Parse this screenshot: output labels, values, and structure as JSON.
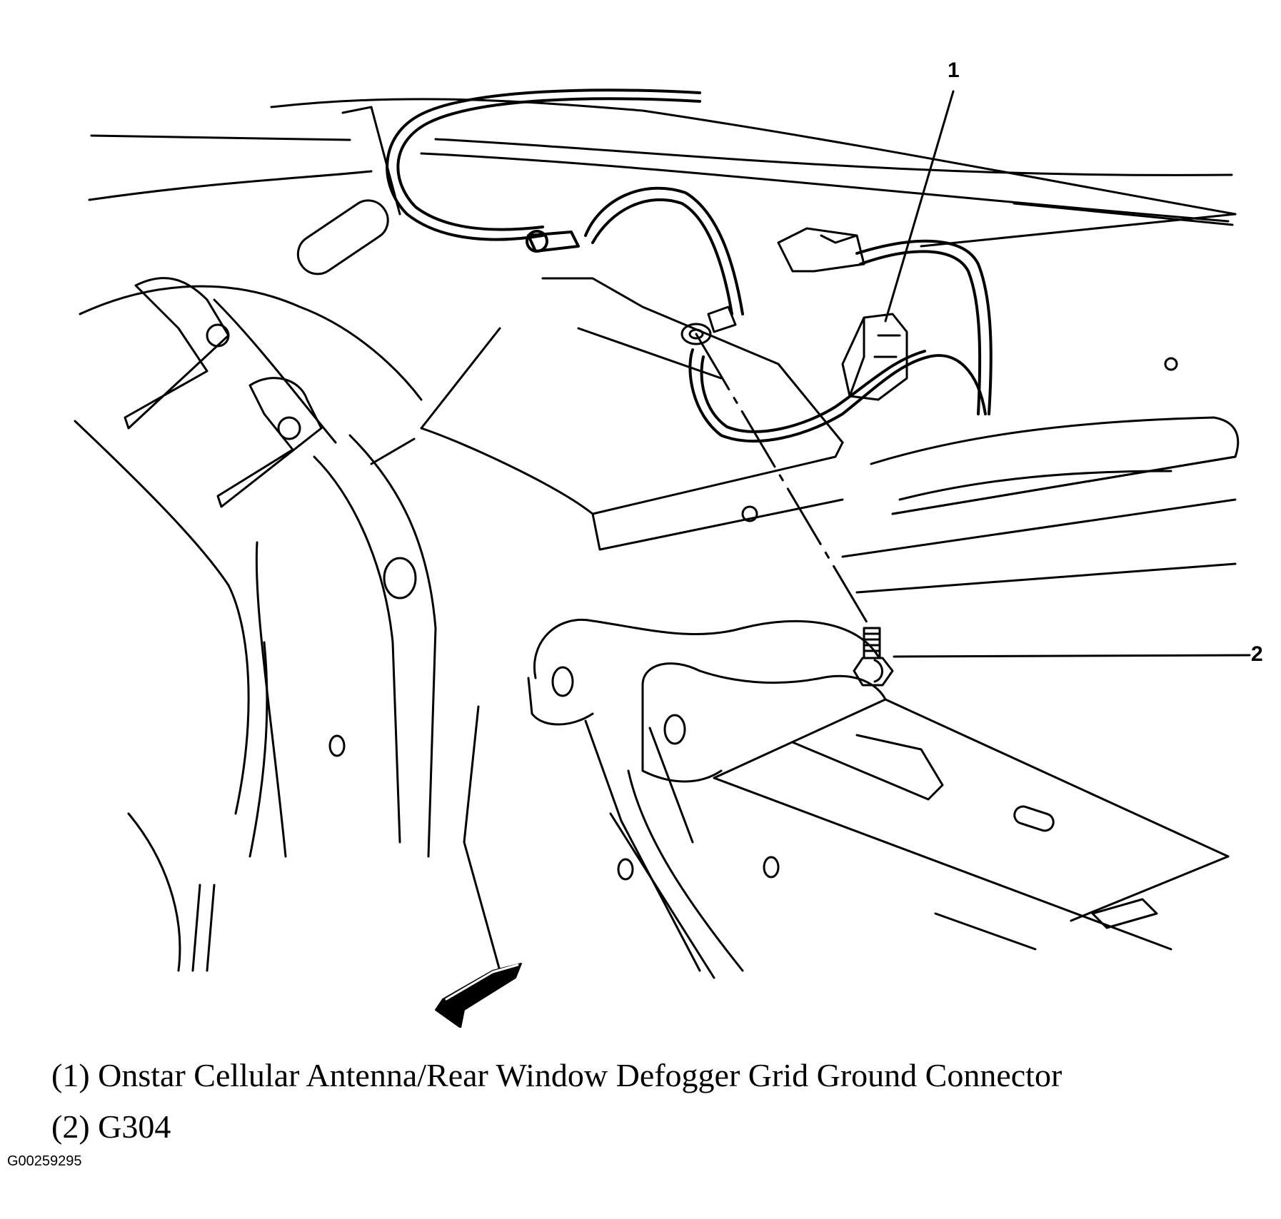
{
  "callouts": [
    {
      "id": "1",
      "label": "1"
    },
    {
      "id": "2",
      "label": "2"
    }
  ],
  "legend": [
    {
      "text": "(1) Onstar Cellular Antenna/Rear Window Defogger Grid Ground Connector"
    },
    {
      "text": "(2) G304"
    }
  ],
  "figure_id": "G00259295"
}
